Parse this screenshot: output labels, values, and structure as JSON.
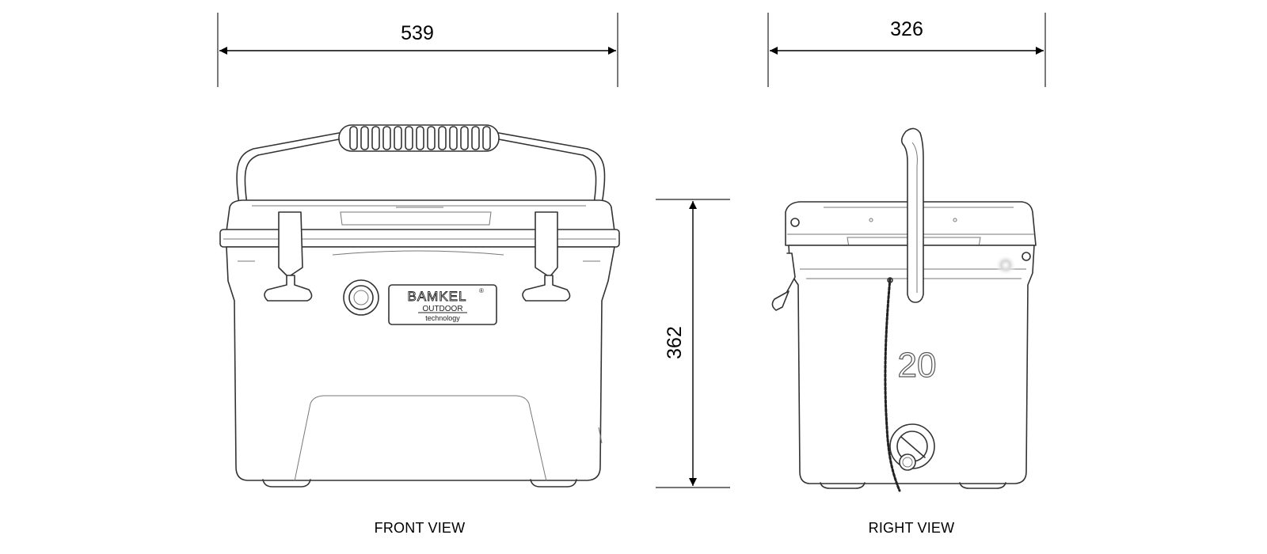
{
  "dimensions": {
    "width": "539",
    "depth": "326",
    "height": "362"
  },
  "labels": {
    "front_view": "FRONT VIEW",
    "right_view": "RIGHT VIEW"
  },
  "logo": {
    "brand": "BAMKEL",
    "line2": "OUTDOOR",
    "line3": "technology",
    "registered": "®"
  },
  "side_embossed_number": "20",
  "colors": {
    "ink": "#000000",
    "sketch": "#333333",
    "background": "#ffffff"
  }
}
